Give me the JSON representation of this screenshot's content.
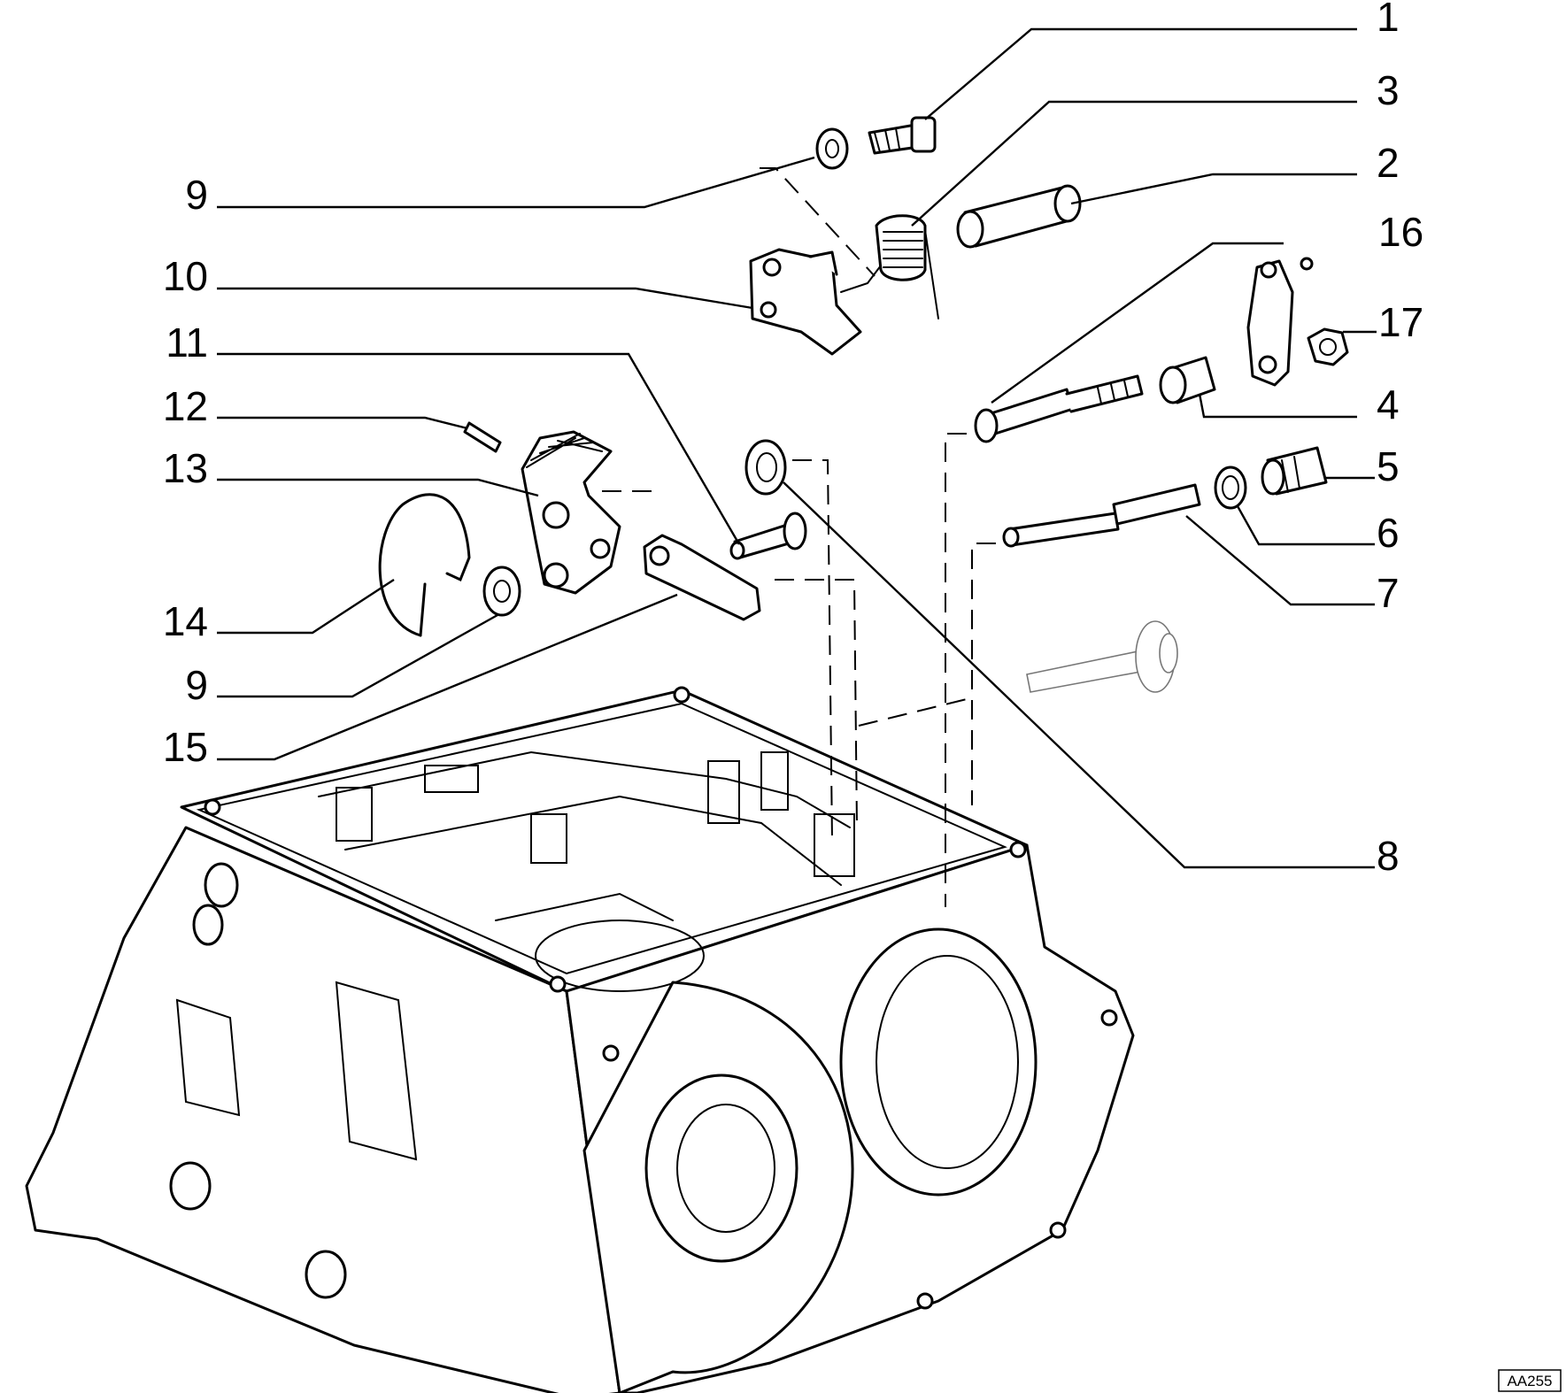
{
  "diagram": {
    "callouts": [
      "1",
      "3",
      "2",
      "16",
      "17",
      "4",
      "5",
      "6",
      "7",
      "8",
      "9",
      "10",
      "11",
      "12",
      "13",
      "14",
      "9",
      "15"
    ],
    "reference_code": "AA255"
  }
}
